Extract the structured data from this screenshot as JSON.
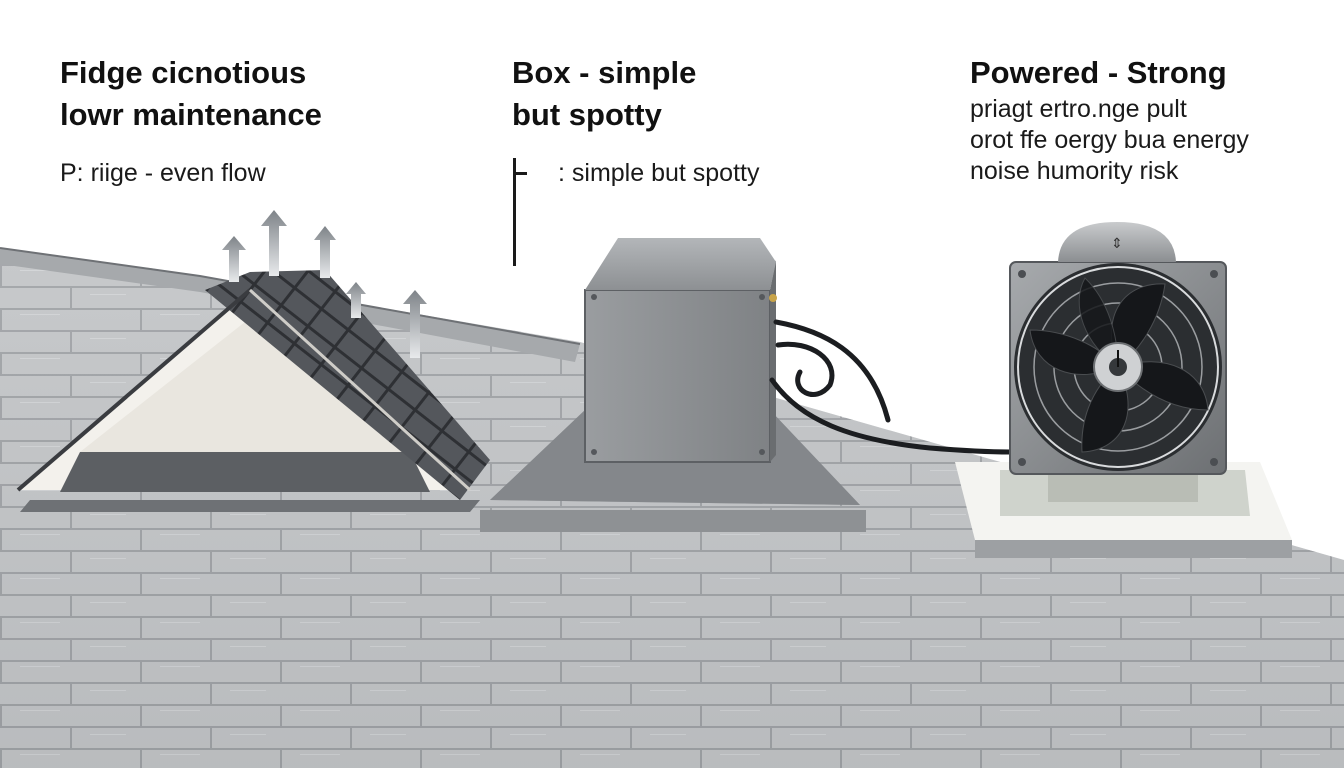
{
  "vents": {
    "ridge": {
      "title_line1": "Fidge cicnotious",
      "title_line2": "lowr maintenance",
      "subtitle": "P: riige - even flow"
    },
    "box": {
      "title_line1": "Box - simple",
      "title_line2": "but spotty",
      "subtitle": ": simple but spotty"
    },
    "powered": {
      "title": "Powered - Strong",
      "detail_line1": "priagt ertro.nge pult",
      "detail_line2": "orot ffe oergy buа energy",
      "detail_line3": "noise humority risk"
    }
  },
  "colors": {
    "shingle_light": "#bfc1c3",
    "shingle_dark": "#8d9094",
    "ridge_shingle": "#4a4d52",
    "vent_metal": "#8e9194",
    "fan_blade": "#1e2124",
    "arrow_gray": "#9a9ea3"
  },
  "icons": [
    "airflow-arrow-icon",
    "fan-icon",
    "power-cable-icon"
  ]
}
